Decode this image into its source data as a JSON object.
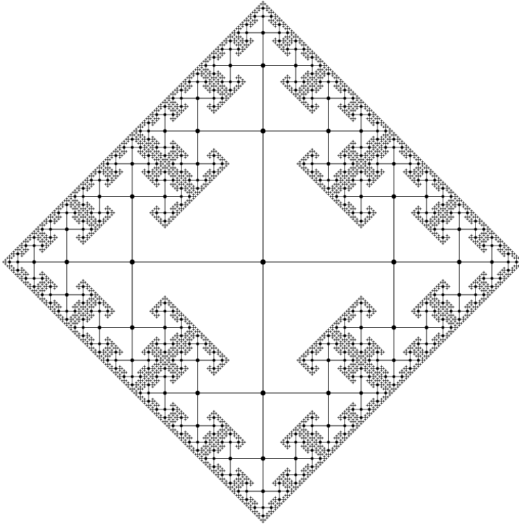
{
  "diagram": {
    "type": "fractal-tree",
    "style": "recursive-cross",
    "depth": 6,
    "max_depth_drawn": 9,
    "background": "#ffffff",
    "stroke_color": "#000000",
    "node_color": "#000000"
  }
}
